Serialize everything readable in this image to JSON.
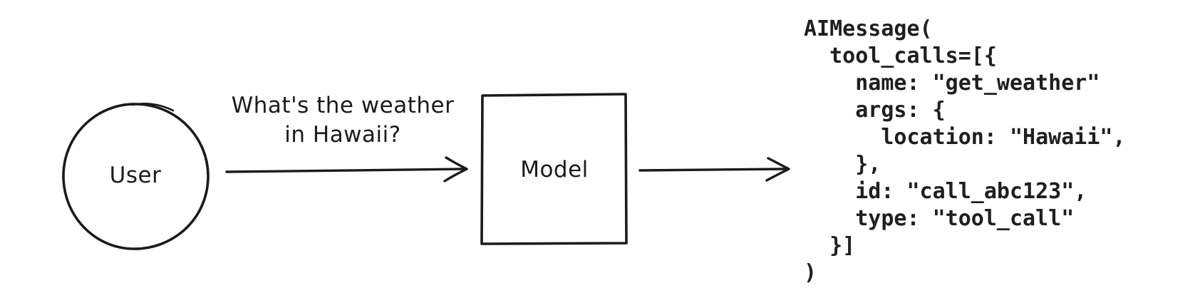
{
  "diagram": {
    "nodes": {
      "user": {
        "label": "User",
        "shape": "circle"
      },
      "model": {
        "label": "Model",
        "shape": "rectangle"
      }
    },
    "edges": {
      "user_to_model": {
        "label_line1": "What's the weather",
        "label_line2": "in Hawaii?"
      },
      "model_to_output": {}
    },
    "output_code": {
      "lines": [
        "AIMessage(",
        "  tool_calls=[{",
        "    name: \"get_weather\"",
        "    args: {",
        "      location: \"Hawaii\",",
        "    },",
        "    id: \"call_abc123\",",
        "    type: \"tool_call\"",
        "  }]",
        ")"
      ]
    },
    "colors": {
      "ink": "#1b1b1b",
      "background": "#ffffff"
    }
  }
}
